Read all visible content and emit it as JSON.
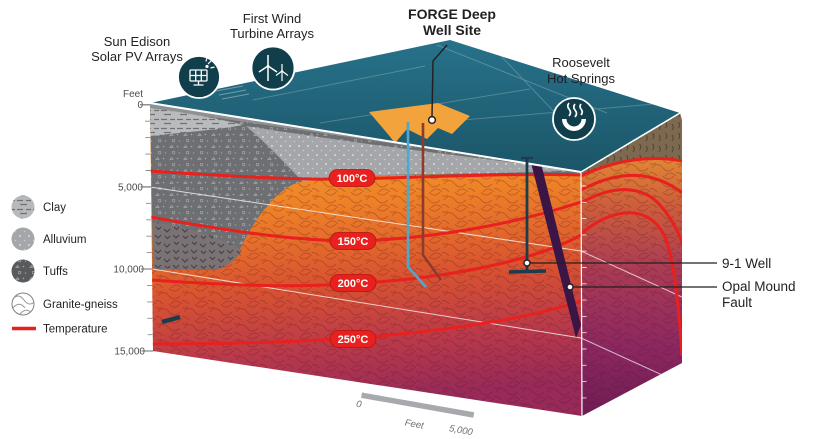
{
  "title_labels": {
    "solar": [
      "Sun Edison",
      "Solar PV Arrays"
    ],
    "wind": [
      "First Wind",
      "Turbine Arrays"
    ],
    "forge": [
      "FORGE Deep",
      "Well Site"
    ],
    "springs": [
      "Roosevelt",
      "Hot Springs"
    ]
  },
  "axis": {
    "unit": "Feet",
    "ticks": [
      "0",
      "5,000",
      "10,000",
      "15,000"
    ]
  },
  "legend": {
    "items": [
      "Clay",
      "Alluvium",
      "Tuffs",
      "Granite-gneiss",
      "Temperature"
    ]
  },
  "contours": {
    "labels": [
      "100°C",
      "150°C",
      "200°C",
      "250°C"
    ]
  },
  "annotations": {
    "well": "9-1 Well",
    "fault": [
      "Opal Mound",
      "Fault"
    ]
  },
  "scalebar": {
    "start": "0",
    "unit": "Feet",
    "end": "5,000"
  },
  "icons": [
    "solar-panel-icon",
    "wind-turbine-icon",
    "hot-springs-icon"
  ],
  "colors": {
    "surface_teal": "#1E5D70",
    "contour_red": "#E8211E",
    "fault_purple": "#3B1546",
    "pad_orange": "#F2A33C",
    "well_blue": "#4FA8CC",
    "well_red": "#8E3B2C",
    "well_navy": "#1C3C4D"
  }
}
